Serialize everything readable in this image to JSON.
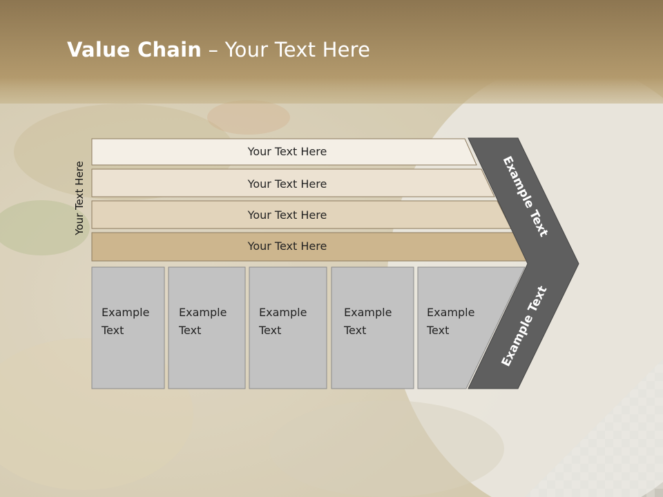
{
  "slide": {
    "title_bold": "Value Chain",
    "title_rest": " – Your Text Here",
    "side_label": "Your Text Here"
  },
  "rows": [
    {
      "label": "Your Text Here",
      "color": "#f4efe6"
    },
    {
      "label": "Your Text Here",
      "color": "#ece2d2"
    },
    {
      "label": "Your Text Here",
      "color": "#e2d4bb"
    },
    {
      "label": "Your Text Here",
      "color": "#cdb68e"
    }
  ],
  "boxes": [
    {
      "line1": "Example",
      "line2": "Text"
    },
    {
      "line1": "Example",
      "line2": "Text"
    },
    {
      "line1": "Example",
      "line2": "Text"
    },
    {
      "line1": "Example",
      "line2": "Text"
    },
    {
      "line1": "Example",
      "line2": "Text"
    }
  ],
  "chevron": {
    "top_label": "Example Text",
    "bottom_label": "Example Text",
    "color": "#5f5f5f"
  },
  "colors": {
    "header_band": "#a88d5e",
    "box_fill": "#c2c2c2",
    "box_stroke": "#8a8a8a"
  }
}
